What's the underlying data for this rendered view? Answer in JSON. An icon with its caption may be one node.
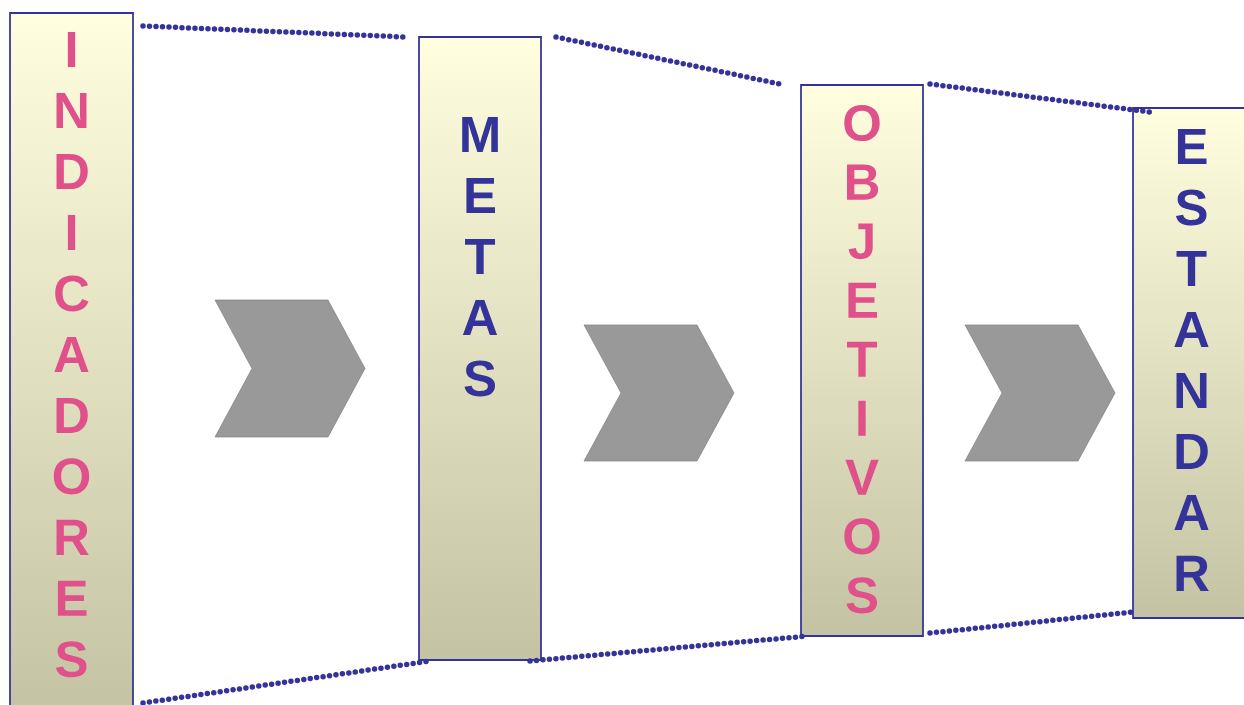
{
  "diagram": {
    "nodes": [
      {
        "text": [
          "INDICADORES"
        ]
      },
      {
        "text": [
          "METAS"
        ]
      },
      {
        "text": [
          "OBJETIVOS"
        ]
      },
      {
        "text": [
          "ESTANDAR"
        ]
      }
    ],
    "edges": [
      {
        "from": 0,
        "to": 1,
        "arrow": "to",
        "color": "#808080"
      },
      {
        "from": 1,
        "to": 2,
        "arrow": "to",
        "color": "#808080"
      },
      {
        "from": 2,
        "to": 3,
        "arrow": "to",
        "color": "#808080"
      },
      {
        "from": 0,
        "to": 1,
        "arrow": "none"
      },
      {
        "from": 1,
        "to": 2,
        "arrow": "none"
      },
      {
        "from": 2,
        "to": 3,
        "arrow": "none"
      },
      {
        "from": 0,
        "to": 1,
        "arrow": "none"
      },
      {
        "from": 1,
        "to": 2,
        "arrow": "none"
      },
      {
        "from": 2,
        "to": 3,
        "arrow": "none"
      }
    ]
  }
}
